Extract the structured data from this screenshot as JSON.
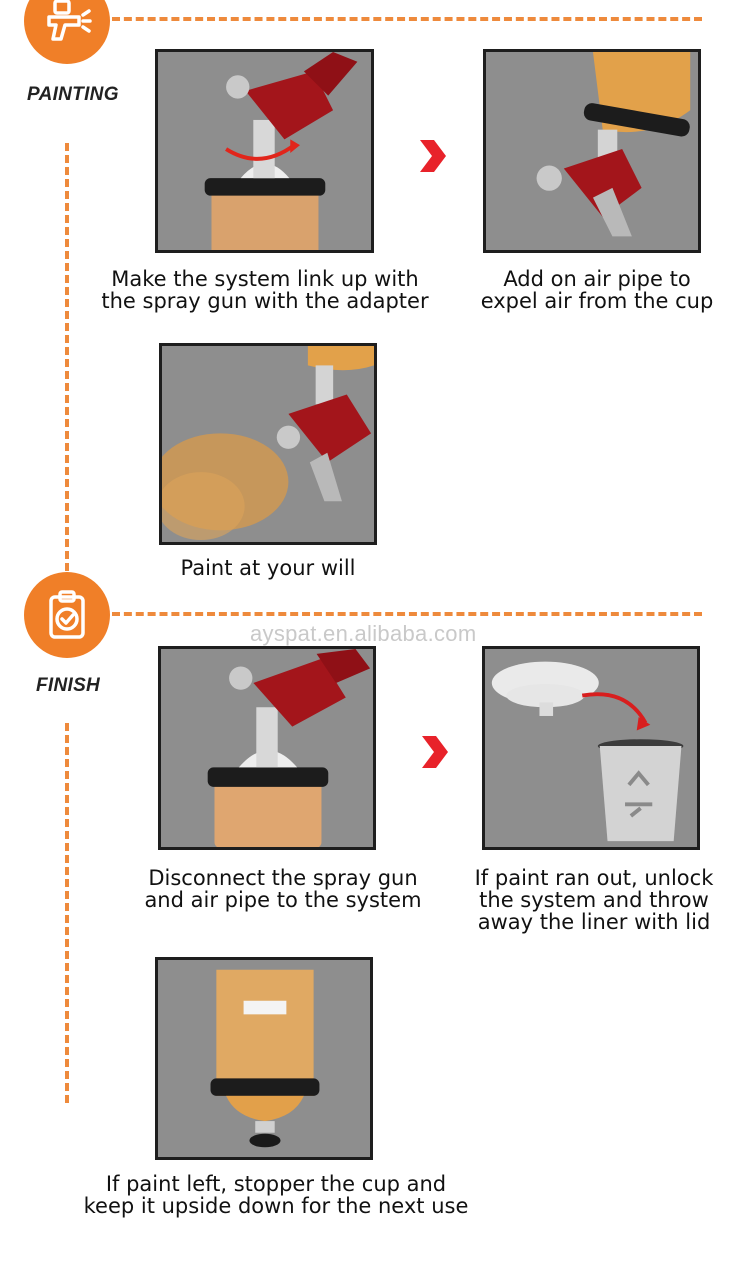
{
  "sections": {
    "painting_label": "PAINTING",
    "finish_label": "FINISH"
  },
  "steps": {
    "link_up": "Make the system link up with\nthe spray gun with the adapter",
    "air_pipe": "Add on air pipe to\nexpel air from the cup",
    "paint": "Paint at your will",
    "disconnect": "Disconnect the spray gun\nand air pipe to the system",
    "unlock": "If paint ran out, unlock\nthe system and throw\naway the liner with lid",
    "stopper": "If paint left, stopper the cup and\nkeep it upside down for the next use"
  },
  "watermark": "ayspat.en.alibaba.com",
  "colors": {
    "accent": "#f07f28",
    "arrow": "#e8222a",
    "photo_bg": "#8e8e8e"
  },
  "icons": {
    "painting": "spray-gun-icon",
    "finish": "clipboard-check-icon",
    "step_arrow": "chevron-right-icon"
  }
}
